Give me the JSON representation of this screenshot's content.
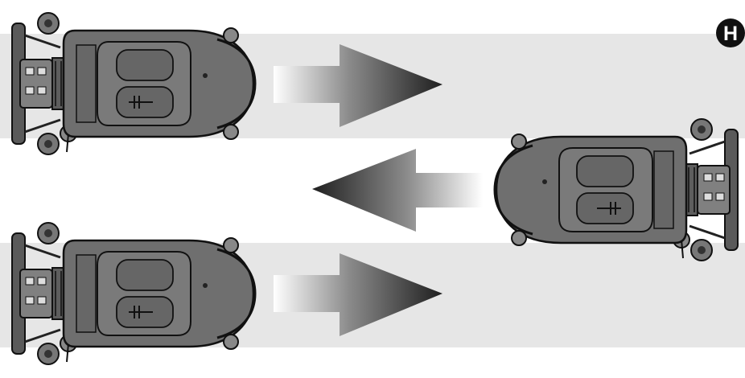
{
  "figure": {
    "step_badge": "H",
    "colors": {
      "lane": "#e6e6e6",
      "machine_body": "#6f6f6f",
      "machine_outline": "#1a1a1a",
      "arrow_dark": "#2b2b2b",
      "badge_fill": "#111111",
      "badge_text": "#ffffff"
    },
    "lanes": [
      {
        "name": "lane-top",
        "direction": "left-to-right"
      },
      {
        "name": "lane-middle",
        "direction": "right-to-left"
      },
      {
        "name": "lane-bottom",
        "direction": "left-to-right"
      }
    ],
    "icons": [
      "scrubber-machine-icon",
      "direction-arrow-icon",
      "step-badge-icon"
    ]
  }
}
